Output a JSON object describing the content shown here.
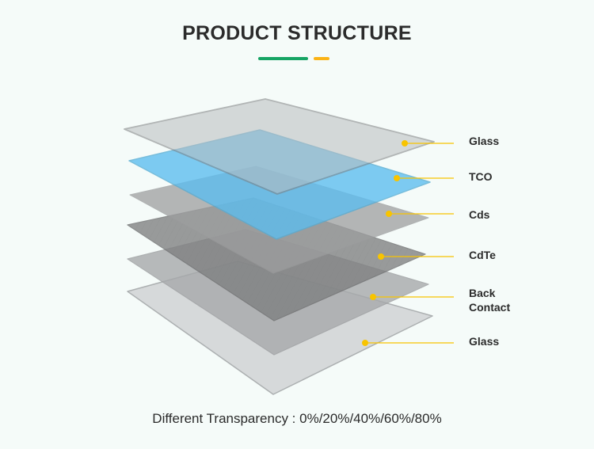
{
  "header": {
    "title": "PRODUCT STRUCTURE",
    "accent_colors": {
      "green": "#16a464",
      "orange": "#fbb316"
    }
  },
  "layers": [
    {
      "label": "Glass",
      "color": "#c8cbcc"
    },
    {
      "label": "TCO",
      "color": "#6ec6f0"
    },
    {
      "label": "Cds",
      "color": "#a9aaab"
    },
    {
      "label": "CdTe",
      "color": "#8a8b8c"
    },
    {
      "label": "Back",
      "label2": "Contact",
      "color": "#b5b7b9"
    },
    {
      "label": "Glass",
      "color": "#d5d8d9"
    }
  ],
  "callout_color": "#f8c400",
  "footer": {
    "text": "Different Transparency : 0%/20%/40%/60%/80%"
  }
}
